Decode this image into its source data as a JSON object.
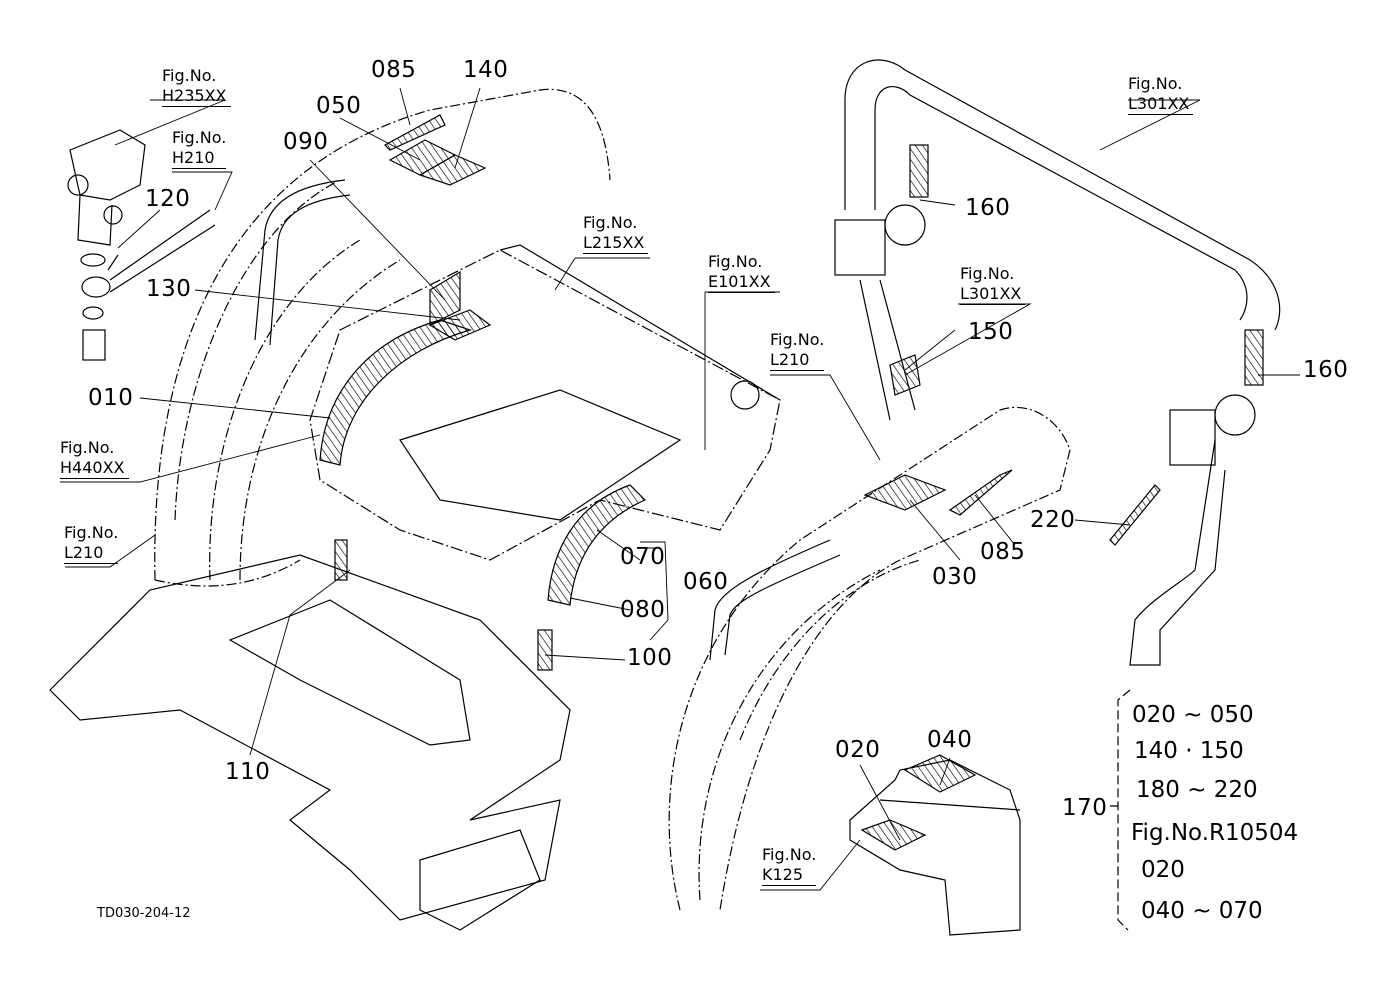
{
  "diagram": {
    "type": "exploded parts diagram",
    "drawing_code": "TD030-204-12",
    "fig_references": [
      {
        "id": "h235",
        "caption": "Fig.No.",
        "code": "H235XX"
      },
      {
        "id": "h210",
        "caption": "Fig.No.",
        "code": "H210"
      },
      {
        "id": "h440",
        "caption": "Fig.No.",
        "code": "H440XX"
      },
      {
        "id": "l210-left",
        "caption": "Fig.No.",
        "code": "L210"
      },
      {
        "id": "l215",
        "caption": "Fig.No.",
        "code": "L215XX"
      },
      {
        "id": "e101",
        "caption": "Fig.No.",
        "code": "E101XX"
      },
      {
        "id": "l301-top",
        "caption": "Fig.No.",
        "code": "L301XX"
      },
      {
        "id": "l301-mid",
        "caption": "Fig.No.",
        "code": "L301XX"
      },
      {
        "id": "l210-right",
        "caption": "Fig.No.",
        "code": "L210"
      },
      {
        "id": "k125",
        "caption": "Fig.No.",
        "code": "K125"
      }
    ],
    "part_labels": {
      "p085_top": "085",
      "p140_top": "140",
      "p050": "050",
      "p090": "090",
      "p120": "120",
      "p130": "130",
      "p010": "010",
      "p110": "110",
      "p070": "070",
      "p060": "060",
      "p080": "080",
      "p100": "100",
      "p160_a": "160",
      "p150": "150",
      "p160_b": "160",
      "p220": "220",
      "p030": "030",
      "p085_right": "085",
      "p020": "020",
      "p040": "040",
      "p170": "170"
    },
    "kit_170": {
      "lines": [
        "020 ~ 050",
        "140 · 150",
        "180 ~ 220",
        "Fig.No.R10504",
        "020",
        "040 ~ 070"
      ]
    }
  }
}
